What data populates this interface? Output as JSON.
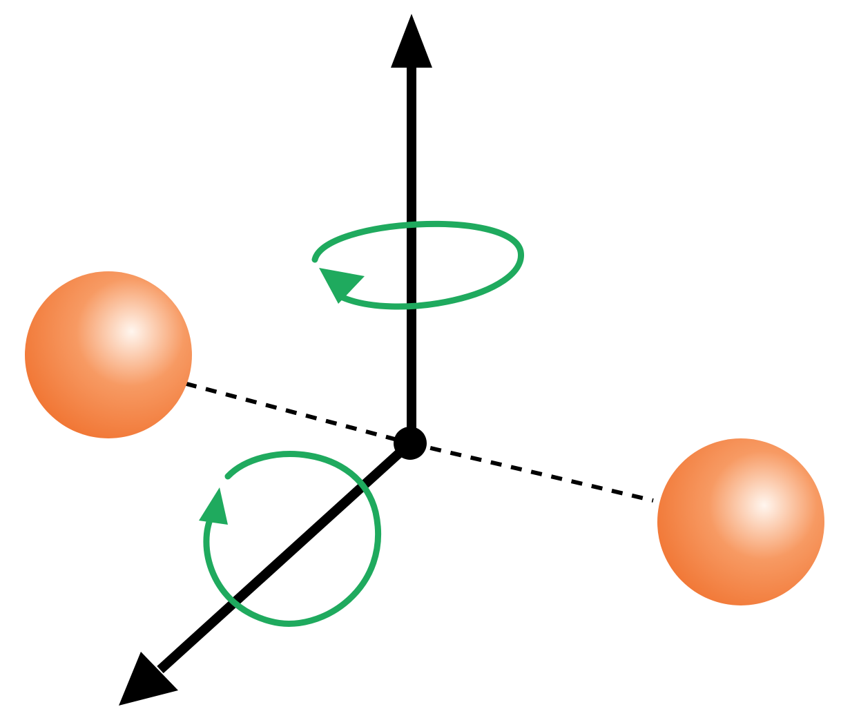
{
  "diagram": {
    "type": "rotational-axes-diatomic-molecule",
    "colors": {
      "background": "#ffffff",
      "axis": "#000000",
      "rotation_arrow": "#1faa5e",
      "atom_light": "#fff6ef",
      "atom_mid": "#f79a63",
      "atom_dark": "#f0722f",
      "bond": "#000000"
    },
    "elements": {
      "atoms": 2,
      "axes": 2,
      "rotation_indicators": 2
    }
  }
}
